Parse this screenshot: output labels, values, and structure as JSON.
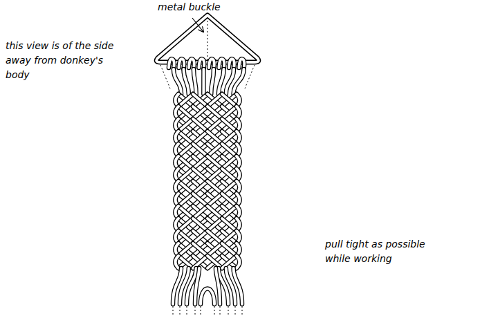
{
  "diagram": {
    "labels": [
      "metal buckle",
      "this view is of the side away from donkey's body",
      "pull tight as possible while working"
    ]
  }
}
